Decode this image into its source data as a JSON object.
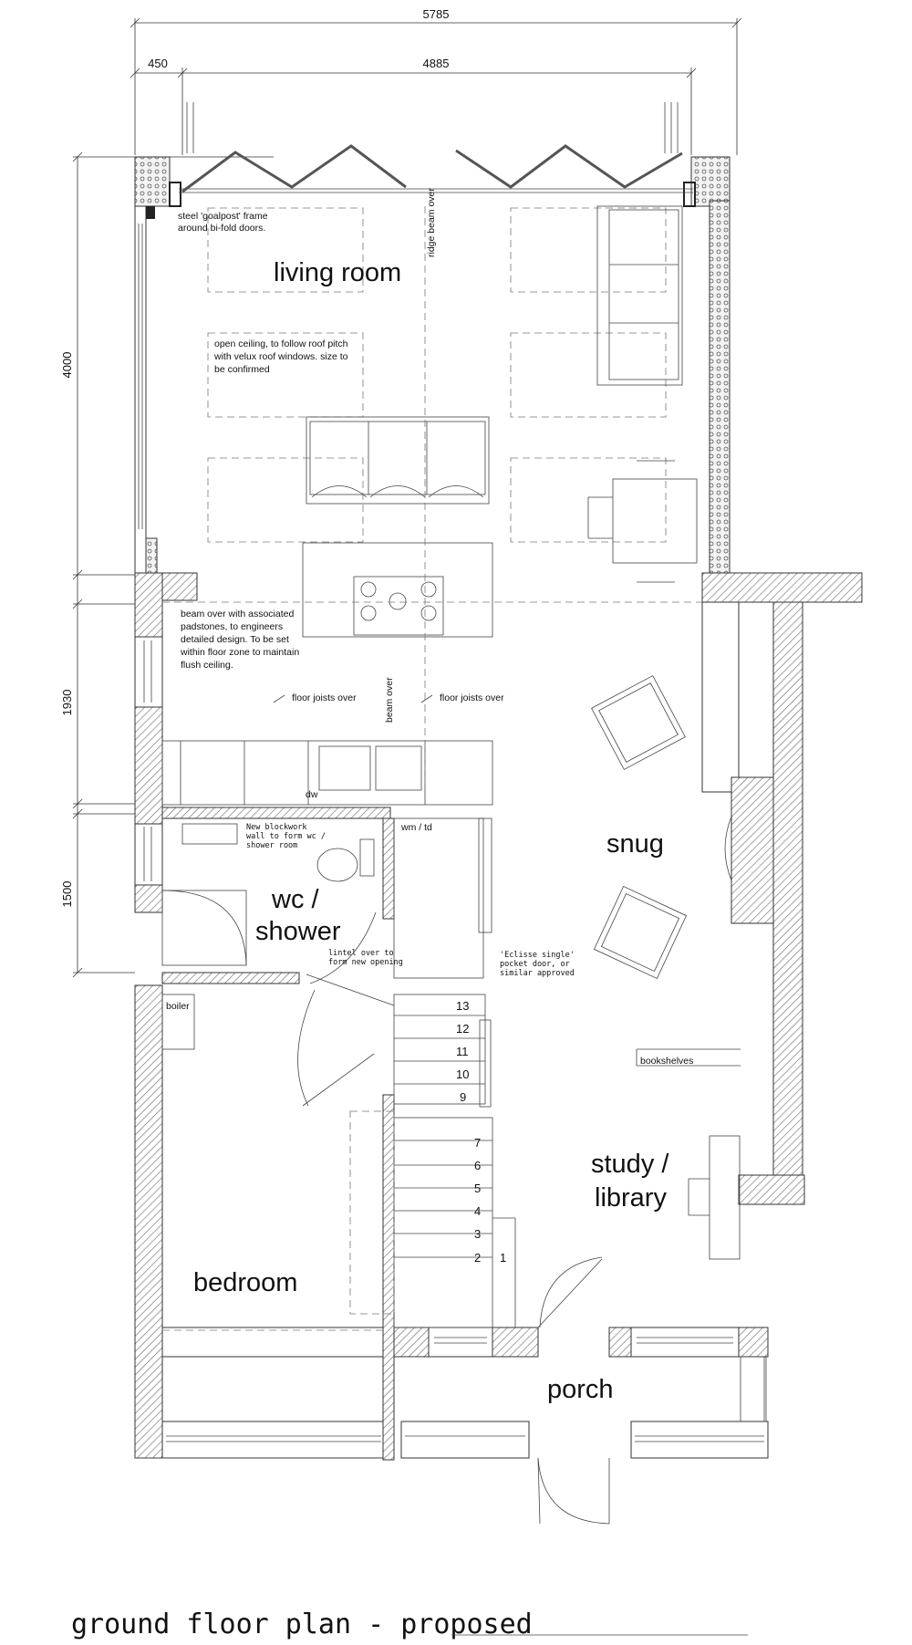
{
  "dimensions": {
    "overall_width": "5785",
    "left_offset": "450",
    "inner_width": "4885",
    "living_depth": "4000",
    "middle_depth": "1930",
    "wc_depth": "1500"
  },
  "rooms": {
    "living_room": "living room",
    "snug": "snug",
    "wc_line1": "wc /",
    "wc_line2": "shower",
    "study_line1": "study /",
    "study_line2": "library",
    "bedroom": "bedroom",
    "porch": "porch"
  },
  "notes": {
    "goalpost_1": "steel 'goalpost' frame",
    "goalpost_2": "around bi-fold doors.",
    "ridge_beam": "ridge beam over",
    "ceiling_1": "open ceiling, to follow roof pitch",
    "ceiling_2": "with velux roof windows. size to",
    "ceiling_3": "be confirmed",
    "beam_1": "beam over with associated",
    "beam_2": "padstones, to engineers",
    "beam_3": "detailed design. To be set",
    "beam_4": "within floor zone to maintain",
    "beam_5": "flush ceiling.",
    "joists_left": "floor joists over",
    "joists_right": "floor joists over",
    "beam_over": "beam over",
    "dw": "dw",
    "wm_td": "wm / td",
    "blockwork_1": "New blockwork",
    "blockwork_2": "wall to form wc /",
    "blockwork_3": "shower room",
    "lintel_1": "lintel over to",
    "lintel_2": "form new opening",
    "eclisse_1": "'Eclisse single'",
    "eclisse_2": "pocket door, or",
    "eclisse_3": "similar approved",
    "boiler": "boiler",
    "bookshelves": "bookshelves"
  },
  "stairs": {
    "upper": [
      "13",
      "12",
      "11",
      "10",
      "9"
    ],
    "lower": [
      "7",
      "6",
      "5",
      "4",
      "3",
      "2"
    ],
    "first": "1"
  },
  "caption": "ground floor plan - proposed"
}
